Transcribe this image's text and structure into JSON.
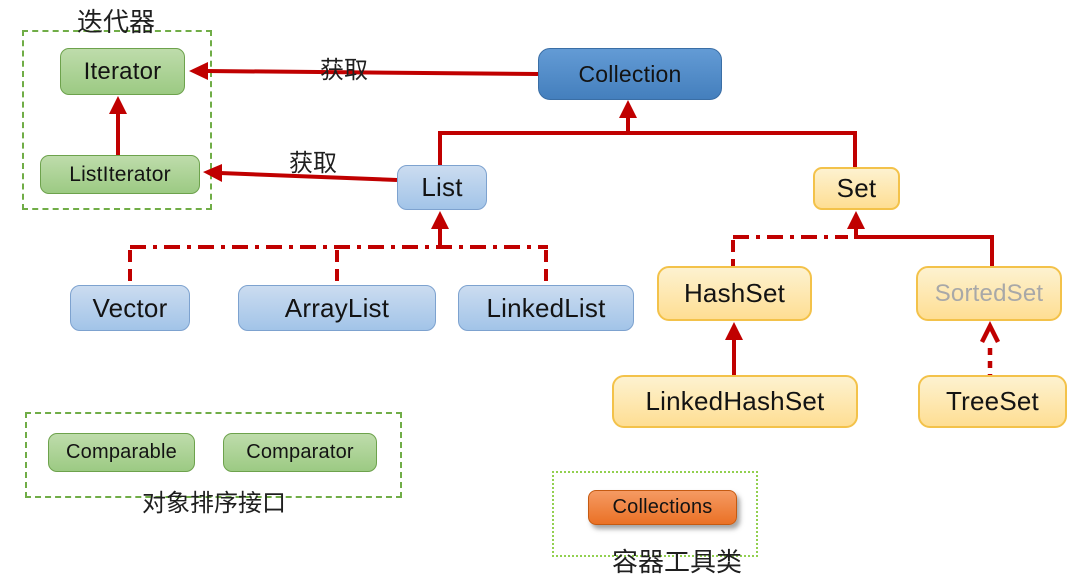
{
  "nodes": {
    "collection": "Collection",
    "iterator": "Iterator",
    "list_iterator": "ListIterator",
    "list": "List",
    "set": "Set",
    "vector": "Vector",
    "array_list": "ArrayList",
    "linked_list": "LinkedList",
    "hash_set": "HashSet",
    "sorted_set": "SortedSet",
    "linked_hash_set": "LinkedHashSet",
    "tree_set": "TreeSet",
    "comparable": "Comparable",
    "comparator": "Comparator",
    "collections_util": "Collections"
  },
  "groups": {
    "iterator_caption": "迭代器",
    "sorting_caption": "对象排序接口",
    "utility_caption": "容器工具类"
  },
  "edges": {
    "collection_get_label": "获取",
    "list_get_label": "获取"
  },
  "colors": {
    "arrow": "#c00000",
    "collection_fill_top": "#639bd5",
    "collection_fill_bottom": "#447fbd",
    "light_blue_fill_top": "#cbdcf0",
    "light_blue_fill_bottom": "#a2c4e8",
    "yellow_fill_top": "#fdf2d0",
    "yellow_fill_bottom": "#fede93",
    "green_fill_top": "#bedcab",
    "green_fill_bottom": "#9cca83",
    "orange_fill_top": "#f59a63",
    "orange_fill_bottom": "#ea7125",
    "group_dashed_border": "#70ad47",
    "group_dotted_border": "#92d050",
    "sorted_set_text": "#a8a8a8"
  }
}
